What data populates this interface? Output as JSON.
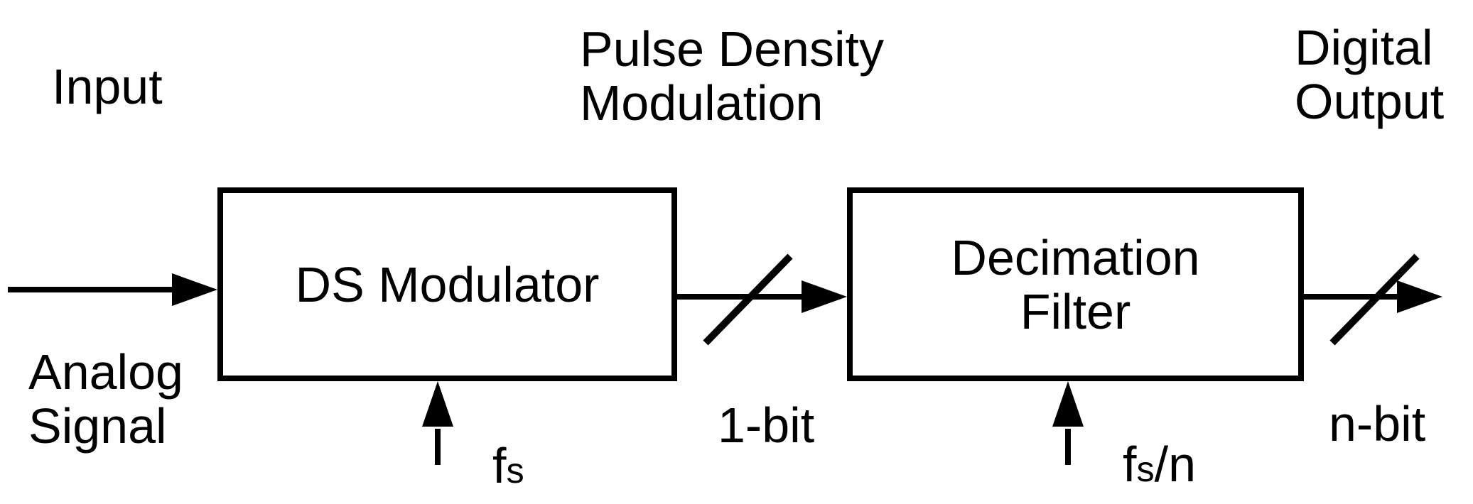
{
  "colors": {
    "ink": "#000000",
    "background": "#ffffff"
  },
  "labels": {
    "input": "Input",
    "analog_signal": [
      "Analog",
      "Signal"
    ],
    "pdm": [
      "Pulse Density",
      "Modulation"
    ],
    "digital_output": [
      "Digital",
      "Output"
    ],
    "one_bit": "1-bit",
    "n_bit": "n-bit",
    "fs": {
      "base": "f",
      "sub": "s"
    },
    "fs_over_n": {
      "base": "f",
      "sub": "s",
      "rest": "/n"
    }
  },
  "blocks": {
    "modulator": {
      "label": "DS Modulator"
    },
    "decimation": {
      "lines": [
        "Decimation",
        "Filter"
      ]
    }
  }
}
